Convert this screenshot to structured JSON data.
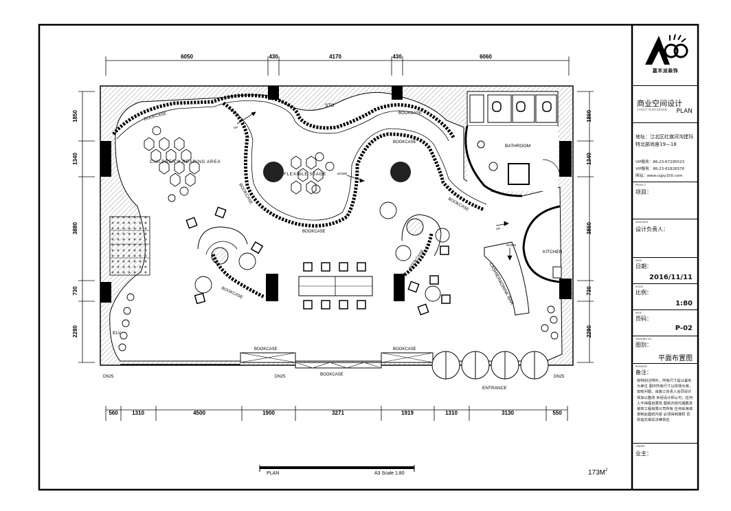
{
  "dimensions": {
    "top": [
      "6050",
      "430",
      "4170",
      "430",
      "6060"
    ],
    "bottom": [
      "560",
      "1310",
      "4500",
      "1900",
      "3271",
      "1919",
      "1310",
      "3130",
      "550"
    ],
    "left": [
      "1850",
      "1340",
      "3880",
      "730",
      "2280"
    ],
    "right": [
      "1860",
      "1340",
      "3860",
      "730",
      "2290"
    ]
  },
  "room_labels": {
    "childrens_area": "CHILDREN'S READING AREA",
    "flexible_stage": "FLEXIBLE STAGE",
    "bathroom": "BATHROOM",
    "kitchen": "KITCHEN",
    "cashier_bar": "CASHIER&DRINK BAR",
    "entrance": "ENTRANCE",
    "sto": "STO",
    "elv": "ELV"
  },
  "bookcase_label": "BOOKCASE",
  "up_label": "UP",
  "down_label": "DOWN",
  "dn_label": "DN25",
  "scale_bar": {
    "plan": "PLAN",
    "scale": "A3 Scale 1:80",
    "area": "173M"
  },
  "panel": {
    "logo_text": "嘉禾派装饰",
    "title_cn": "商业空间设计",
    "title_en": "PLAN",
    "title_sub": "LAYOUT PLAN DESIGN",
    "address": "地址：江北区红旗河沟建玛特北部尚座19—18",
    "vip1": "VIP服务：86-23-67295523",
    "vip2": "VIP服务：86-23-61826576",
    "website": "网站：www.cqpy100.com",
    "project_tag": "PROJECT",
    "project_label": "项目：",
    "designer_tag": "DESIGNER",
    "designer_label": "设计负责人：",
    "date_tag": "DATE",
    "date_label": "日期：",
    "date_value": "2016/11/11",
    "scale_tag": "SCALE",
    "scale_label": "比例：",
    "scale_value": "1:80",
    "page_tag": "PAGE",
    "page_label": "页码：",
    "page_value": "P-02",
    "drawing_tag": "DRAWING NO.",
    "drawing_label": "图别：",
    "drawing_value": "平面布置图",
    "remark_tag": "REMARKS",
    "remark_label": "备注：",
    "remark_text": "除特别注明外，所有尺寸是以毫米为单位 图中所有尺寸以现场为准，如有问题，由施工负责人会同设计师加以整改 未经设计师认可，任何人不得擅自更改 图纸内容均属鹏发装饰工程有限公司所有 任何采用或复制此图纸内容 必须得到授权 否则追究相关法律责任",
    "owner_tag": "OWNER",
    "owner_label": "业主："
  }
}
